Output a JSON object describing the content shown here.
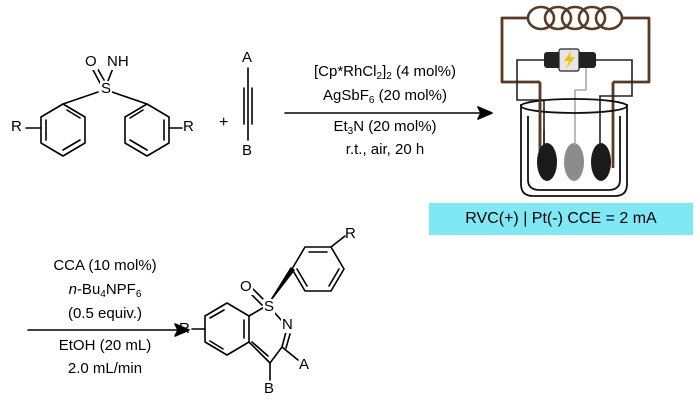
{
  "colors": {
    "bond": "#000000",
    "wire": "#5a3a22",
    "coil": "#5a3a22",
    "electrode_graphite": "#1a1a1a",
    "electrode_middle": "#8c8c8c",
    "label_bg": "#7fe8f5",
    "battery_body": "#222222",
    "battery_bolt": "#f2c200"
  },
  "icons": [
    "coil-icon",
    "battery-icon",
    "beaker-icon",
    "electrode-icon"
  ],
  "step1": {
    "reagent_a": "A",
    "reagent_b": "B",
    "conditions": {
      "line1_pre": "[Cp*RhCl",
      "line1_sub": "2",
      "line1_post": "]",
      "line1_sub2": "2",
      "line1_tail": " (4 mol%)",
      "line2_pre": "AgSbF",
      "line2_sub": "6",
      "line2_post": " (20 mol%)",
      "line3_pre": "Et",
      "line3_sub": "3",
      "line3_post": "N (20 mol%)",
      "line4": "r.t., air, 20 h"
    },
    "plus": "+"
  },
  "sulfoximine": {
    "o_label": "O",
    "s_label": "S",
    "nh_label": "NH",
    "r_left": "R",
    "r_right": "R"
  },
  "flow_cell": {
    "label": "RVC(+) | Pt(-) CCE = 2 mA"
  },
  "step2": {
    "line1": "CCA (10 mol%)",
    "line2_italic": "n",
    "line2_pre": "-Bu",
    "line2_sub": "4",
    "line2_mid": "NPF",
    "line2_sub2": "6",
    "line3": "(0.5 equiv.)",
    "line4": "EtOH (20 mL)",
    "line5": "2.0 mL/min"
  },
  "product": {
    "o_label": "O",
    "s_label": "S",
    "n_label": "N",
    "r_left": "R",
    "r_top": "R",
    "a_label": "A",
    "b_label": "B"
  }
}
